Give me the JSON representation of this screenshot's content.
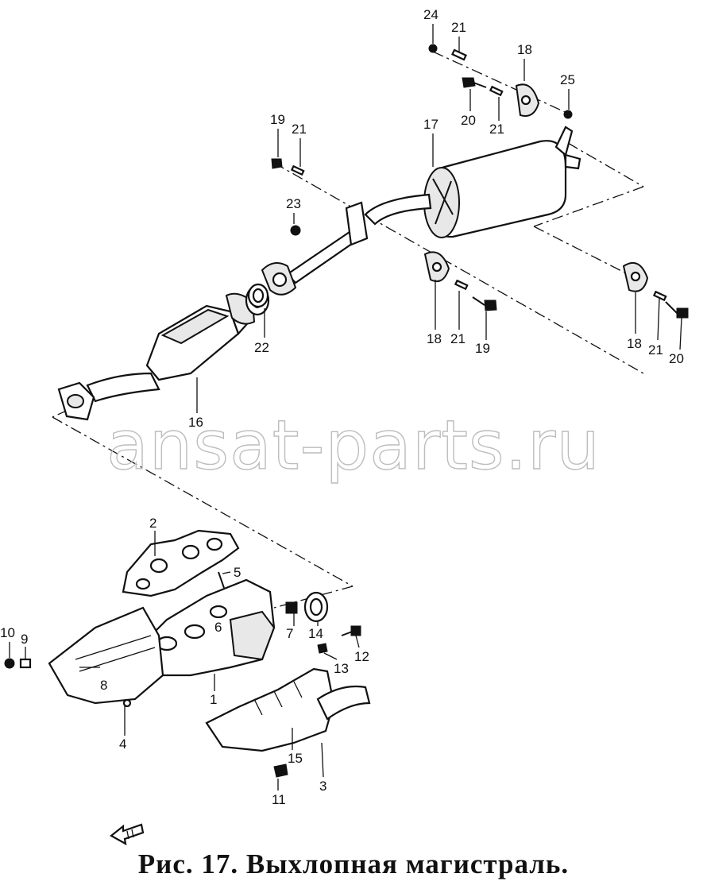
{
  "watermark": "ansat-parts.ru",
  "caption": "Рис. 17. Выхлопная магистраль.",
  "part_numbers": {
    "p1": "1",
    "p2": "2",
    "p3": "3",
    "p4": "4",
    "p5": "5",
    "p6": "6",
    "p7": "7",
    "p8": "8",
    "p9": "9",
    "p10": "10",
    "p11": "11",
    "p12": "12",
    "p13": "13",
    "p14": "14",
    "p15": "15",
    "p16": "16",
    "p17": "17",
    "p18a": "18",
    "p18b": "18",
    "p18c": "18",
    "p19a": "19",
    "p19b": "19",
    "p20a": "20",
    "p20b": "20",
    "p21a": "21",
    "p21b": "21",
    "p21c": "21",
    "p21d": "21",
    "p21e": "21",
    "p22": "22",
    "p23": "23",
    "p24": "24",
    "p25": "25"
  },
  "colors": {
    "ink": "#111111",
    "watermark": "#bdbdbd",
    "background": "#ffffff"
  },
  "icons": {
    "front_arrow": "arrow-left-icon"
  }
}
